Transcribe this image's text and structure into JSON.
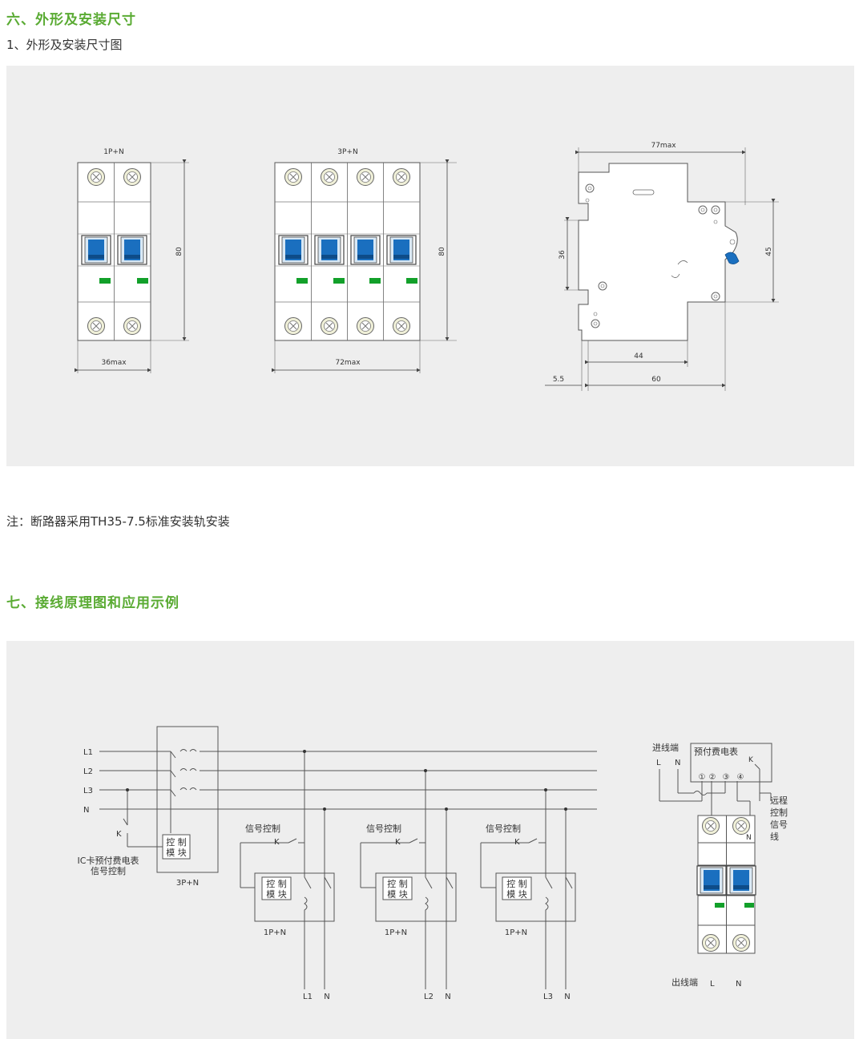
{
  "section6": {
    "title": "六、外形及安装尺寸",
    "subtitle": "1、外形及安装尺寸图"
  },
  "dimensions": {
    "breaker_1p": {
      "label": "1P+N",
      "width": "36max",
      "height": "80"
    },
    "breaker_3p": {
      "label": "3P+N",
      "width": "72max",
      "height": "80"
    },
    "side_view": {
      "depth": "77max",
      "left_height": "36",
      "right_height": "45",
      "base_44": "44",
      "base_60": "60",
      "offset": "5.5"
    }
  },
  "note": "注：断路器采用TH35-7.5标准安装轨安装",
  "section7": {
    "title": "七、接线原理图和应用示例"
  },
  "wiring": {
    "lines": [
      "L1",
      "L2",
      "L3",
      "N"
    ],
    "main_breaker": "3P+N",
    "k": "K",
    "control_module_line1": "控 制",
    "control_module_line2": "模 块",
    "ic_label_1": "IC卡预付费电表",
    "ic_label_2": "信号控制",
    "signal_control": "信号控制",
    "branch_breaker": "1P+N",
    "branches": [
      {
        "out_l": "L1",
        "out_n": "N"
      },
      {
        "out_l": "L2",
        "out_n": "N"
      },
      {
        "out_l": "L3",
        "out_n": "N"
      }
    ]
  },
  "application": {
    "in_terminal": "进线端",
    "meter": "预付费电表",
    "l": "L",
    "n": "N",
    "k": "K",
    "terminals": [
      "①",
      "②",
      "③",
      "④"
    ],
    "remote_1": "远程",
    "remote_2": "控制",
    "remote_3": "信号",
    "remote_4": "线",
    "n_mark": "N",
    "out_terminal": "出线端",
    "out_l": "L",
    "out_n": "N"
  },
  "colors": {
    "heading": "#5aab33",
    "handle": "#1a6fbf",
    "indicator": "#12a02a",
    "panel": "#eeeeee"
  }
}
